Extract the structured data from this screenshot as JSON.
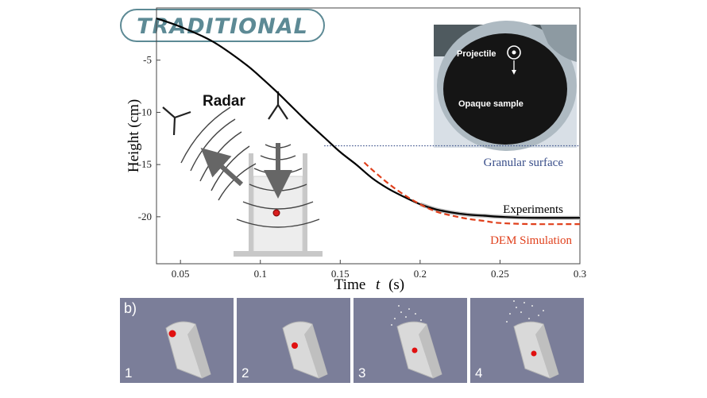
{
  "badge": {
    "label": "TRADITIONAL"
  },
  "chart_data": {
    "type": "line",
    "xlabel_text": "Time",
    "xlabel_var": "t",
    "xlabel_unit": "(s)",
    "ylabel": "Height (cm)",
    "xlim": [
      0.035,
      0.3
    ],
    "ylim": [
      -24.5,
      0
    ],
    "x_ticks": [
      "0.05",
      "0.1",
      "0.15",
      "0.2",
      "0.25",
      "0.3"
    ],
    "y_ticks": [
      "-5",
      "-10",
      "-15",
      "-20"
    ],
    "series": [
      {
        "name": "Experiments",
        "color": "#000000",
        "x": [
          0.035,
          0.05,
          0.07,
          0.09,
          0.1,
          0.11,
          0.12,
          0.13,
          0.14,
          0.15,
          0.16,
          0.17,
          0.18,
          0.19,
          0.2,
          0.21,
          0.22,
          0.23,
          0.24,
          0.25,
          0.27,
          0.3
        ],
        "y": [
          -1.0,
          -1.8,
          -3.2,
          -5.3,
          -6.6,
          -8.0,
          -9.5,
          -11.0,
          -12.4,
          -13.8,
          -15.0,
          -16.3,
          -17.3,
          -18.1,
          -18.8,
          -19.3,
          -19.6,
          -19.8,
          -19.9,
          -20.0,
          -20.1,
          -20.1
        ]
      },
      {
        "name": "DEM Simulation",
        "color": "#e0401c",
        "x": [
          0.165,
          0.17,
          0.18,
          0.19,
          0.2,
          0.21,
          0.22,
          0.23,
          0.24,
          0.25,
          0.27,
          0.3
        ],
        "y": [
          -14.8,
          -15.5,
          -16.8,
          -17.9,
          -18.8,
          -19.5,
          -19.9,
          -20.2,
          -20.4,
          -20.6,
          -20.7,
          -20.7
        ]
      }
    ],
    "reference_line": {
      "label": "Granular surface",
      "y": -13.2,
      "x_start": 0.14,
      "color": "#3a4f8a"
    },
    "annotations": {
      "radar": "Radar",
      "projectile": "Projectile",
      "sample": "Opaque sample"
    }
  },
  "panel_b": {
    "label": "b)",
    "frames": [
      "1",
      "2",
      "3",
      "4"
    ]
  }
}
